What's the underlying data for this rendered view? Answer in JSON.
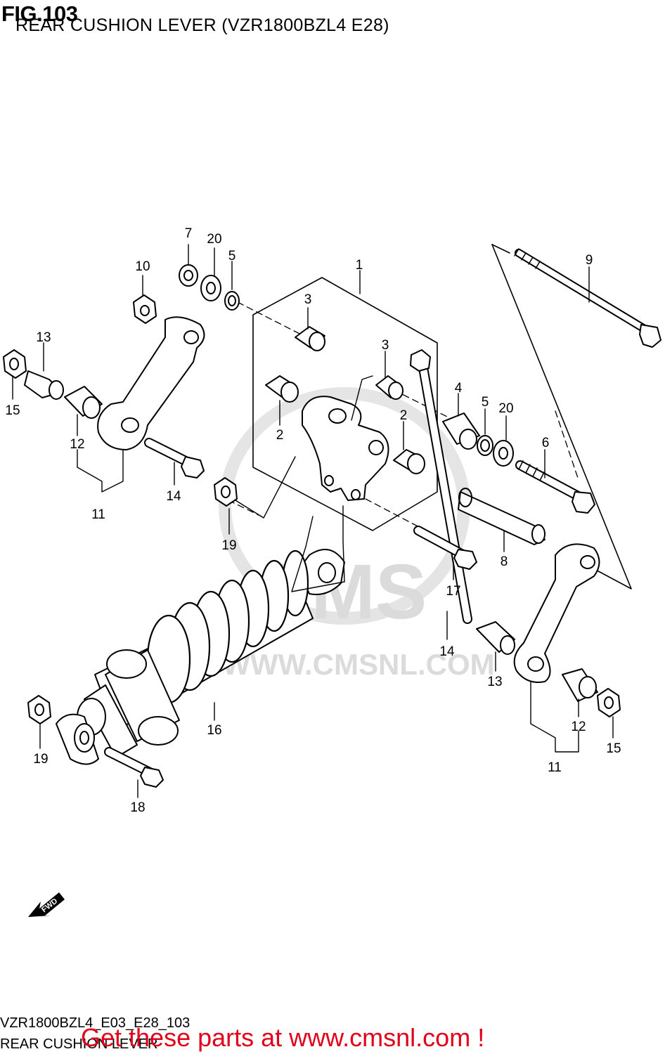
{
  "figure": {
    "number_label": "FIG.103",
    "title": "REAR CUSHION LEVER (VZR1800BZL4 E28)"
  },
  "watermark": {
    "logo_text": "CMS",
    "url_text": "WWW.CMSNL.COM"
  },
  "direction_tag": "FWD",
  "callouts": [
    "7",
    "20",
    "5",
    "10",
    "1",
    "9",
    "3",
    "13",
    "3",
    "15",
    "2",
    "4",
    "5",
    "20",
    "2",
    "12",
    "6",
    "14",
    "11",
    "19",
    "8",
    "17",
    "14",
    "13",
    "16",
    "12",
    "19",
    "15",
    "11",
    "18"
  ],
  "footer": {
    "diagram_code": "VZR1800BZL4_E03_E28_103",
    "diagram_name": "REAR CUSHION LEVER"
  },
  "banner": {
    "text": "Get these parts at www.cmsnl.com !",
    "color": "#e0001a"
  }
}
